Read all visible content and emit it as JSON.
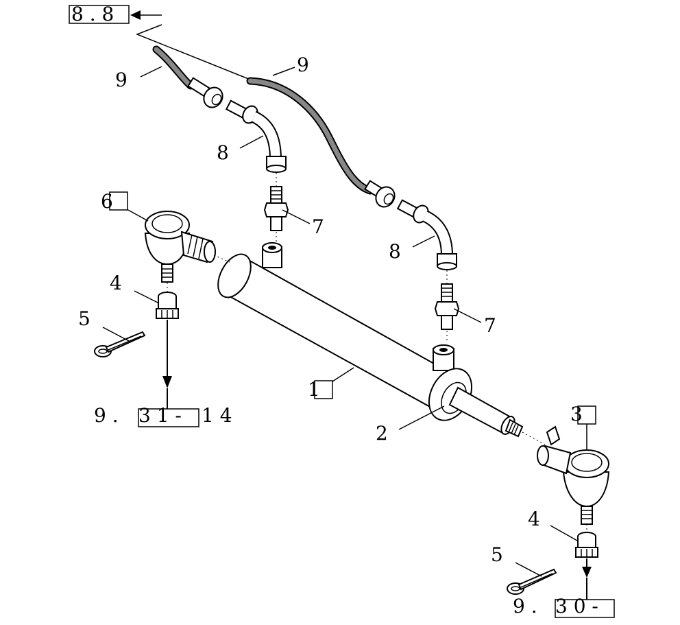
{
  "references": {
    "top": "8 . 8",
    "left_prefix": "9 .",
    "left_boxed": "3 1 -",
    "left_suffix": "1 4",
    "right_prefix": "9 .",
    "right_boxed": "3 0 -"
  },
  "callouts": {
    "c1": "1",
    "c2": "2",
    "c3": "3",
    "c4_left": "4",
    "c4_right": "4",
    "c5_left": "5",
    "c5_right": "5",
    "c6": "6",
    "c7_upper": "7",
    "c7_lower": "7",
    "c8_upper": "8",
    "c8_lower": "8",
    "c9_left": "9",
    "c9_right": "9"
  }
}
